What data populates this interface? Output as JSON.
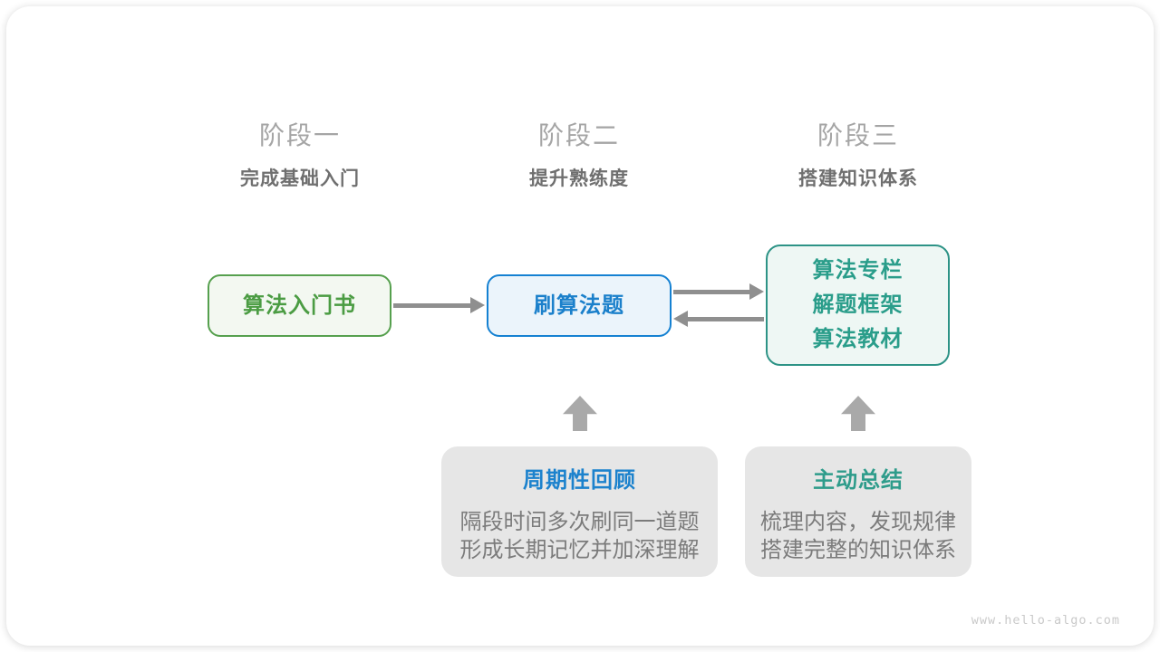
{
  "stages": [
    {
      "title": "阶段一",
      "subtitle": "完成基础入门"
    },
    {
      "title": "阶段二",
      "subtitle": "提升熟练度"
    },
    {
      "title": "阶段三",
      "subtitle": "搭建知识体系"
    }
  ],
  "nodes": {
    "intro_book": {
      "label": "算法入门书"
    },
    "practice": {
      "label": "刷算法题"
    },
    "resources": {
      "lines": [
        "算法专栏",
        "解题框架",
        "算法教材"
      ]
    }
  },
  "notes": [
    {
      "title": "周期性回顾",
      "lines": [
        "隔段时间多次刷同一道题",
        "形成长期记忆并加深理解"
      ],
      "accent": "#1c82cd"
    },
    {
      "title": "主动总结",
      "lines": [
        "梳理内容，发现规律",
        "搭建完整的知识体系"
      ],
      "accent": "#2e9c8b"
    }
  ],
  "colors": {
    "green_border": "#56a04e",
    "green_text": "#4b9c43",
    "green_bg": "#f3f8f1",
    "blue_border": "#1581d2",
    "blue_text": "#1b80cb",
    "blue_bg": "#ebf4fb",
    "teal_border": "#2d9386",
    "teal_text": "#2a9d8a",
    "teal_bg": "#eef7f4",
    "note_bg": "#e6e6e6",
    "note_body_text": "#7b7b7b",
    "arrow": "#8f8f8f",
    "block_arrow": "#a9a9a9",
    "stage_title": "#a5a5a5",
    "stage_subtitle": "#6f6f6f"
  },
  "footer": {
    "watermark": "www.hello-algo.com"
  }
}
